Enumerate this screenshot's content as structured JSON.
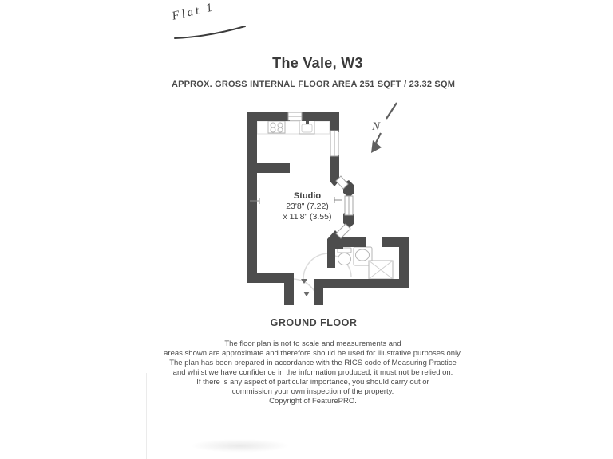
{
  "annotation": {
    "handwritten_note": "Flat 1"
  },
  "header": {
    "title": "The Vale, W3",
    "subtitle": "APPROX. GROSS INTERNAL FLOOR AREA 251 SQFT / 23.32 SQM"
  },
  "floor_plan": {
    "room_label": "Studio",
    "dimensions_line1": "23'8\" (7.22)",
    "dimensions_line2": "x 11'8\" (3.55)",
    "compass_label": "N",
    "floor_label": "GROUND FLOOR",
    "colors": {
      "wall": "#4d4d4d",
      "fixture_outline": "#b5b5b5",
      "window_line": "#a6a6a6",
      "door_arc": "#dcdcdc"
    },
    "fixtures": [
      "hob-4-burner",
      "kitchen-sink",
      "toilet",
      "basin",
      "shower"
    ]
  },
  "disclaimer": {
    "lines": [
      "The floor plan is not to scale and measurements and",
      "areas shown are approximate and therefore should be used for illustrative purposes only.",
      "The plan has been prepared in accordance with the RICS code of Measuring Practice",
      "and whilst we have confidence in the information produced, it must not be relied on.",
      "If there is any aspect of particular importance, you should carry out or",
      "commission your own inspection of the property."
    ],
    "copyright": "Copyright of FeaturePRO."
  }
}
